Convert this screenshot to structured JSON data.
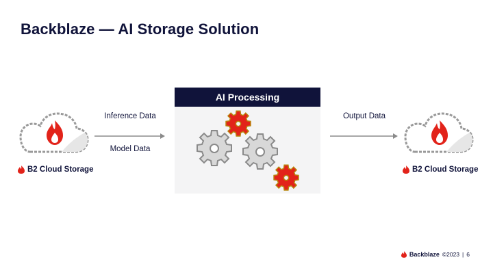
{
  "slide": {
    "title": "Backblaze — AI Storage Solution",
    "page_number": "6"
  },
  "diagram": {
    "processing_title": "AI Processing",
    "input_labels": [
      "Inference Data",
      "Model Data"
    ],
    "output_label": "Output Data",
    "source_label": "B2 Cloud Storage",
    "target_label": "B2 Cloud Storage"
  },
  "footer": {
    "brand": "Backblaze",
    "copyright": "©2023",
    "separator": "|",
    "page": "6"
  },
  "colors": {
    "navy": "#10133a",
    "red": "#e2231a",
    "gear_gray": "#d8d8d8",
    "gear_outline": "#8a8a8a",
    "panel": "#f4f4f5"
  },
  "icons": [
    "cloud-icon",
    "flame-icon",
    "gear-icon",
    "arrow-right-icon"
  ]
}
